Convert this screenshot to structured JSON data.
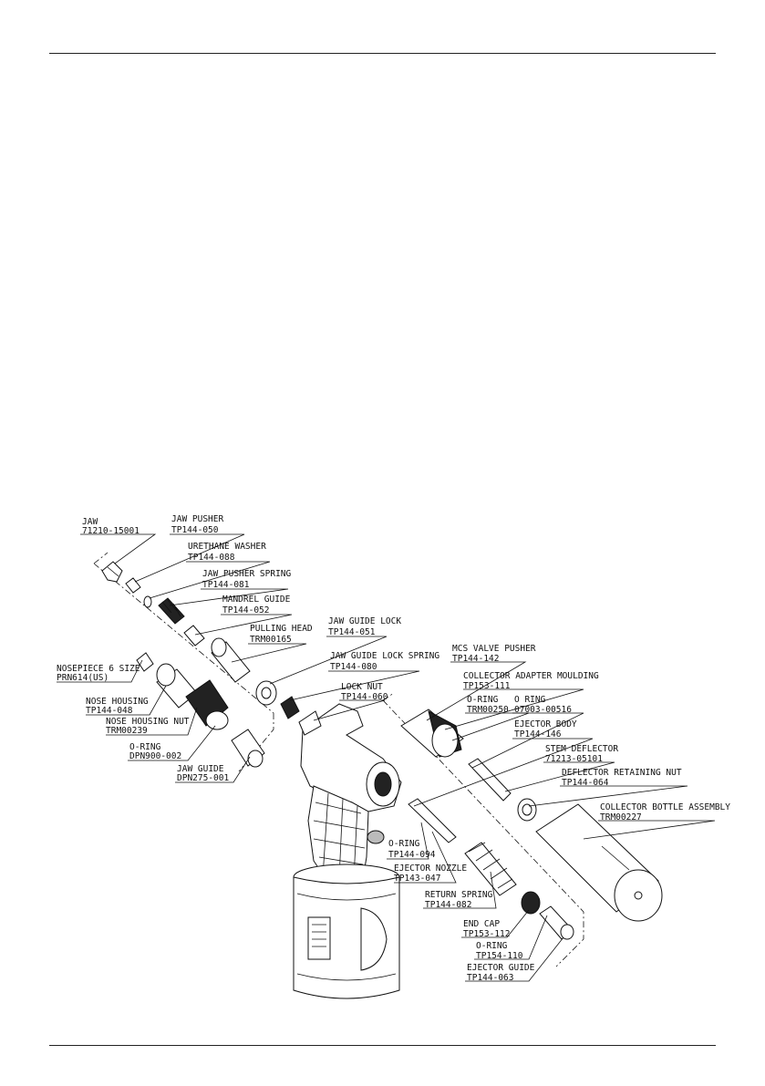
{
  "diagram": {
    "labels": [
      {
        "name": "JAW",
        "code": "71210-15001"
      },
      {
        "name": "JAW PUSHER",
        "code": "TP144-050"
      },
      {
        "name": "URETHANE WASHER",
        "code": "TP144-088"
      },
      {
        "name": "JAW PUSHER SPRING",
        "code": "TP144-081"
      },
      {
        "name": "MANDREL GUIDE",
        "code": "TP144-052"
      },
      {
        "name": "PULLING HEAD",
        "code": "TRM00165"
      },
      {
        "name": "JAW GUIDE LOCK",
        "code": "TP144-051"
      },
      {
        "name": "JAW GUIDE LOCK SPRING",
        "code": "TP144-080"
      },
      {
        "name": "NOSEPIECE 6 SIZE",
        "code": "PRN614(US)"
      },
      {
        "name": "NOSE HOUSING",
        "code": "TP144-048"
      },
      {
        "name": "NOSE HOUSING NUT",
        "code": "TRM00239"
      },
      {
        "name": "O-RING",
        "code": "DPN900-002"
      },
      {
        "name": "JAW GUIDE",
        "code": "DPN275-001"
      },
      {
        "name": "LOCK NUT",
        "code": "TP144-060"
      },
      {
        "name": "MCS VALVE PUSHER",
        "code": "TP144-142"
      },
      {
        "name": "COLLECTOR ADAPTER MOULDING",
        "code": "TP153-111"
      },
      {
        "name": "O-RING",
        "code": "TRM00250"
      },
      {
        "name": "O RING",
        "code": "07003-00516"
      },
      {
        "name": "EJECTOR BODY",
        "code": "TP144-146"
      },
      {
        "name": "STEM DEFLECTOR",
        "code": "71213-05101"
      },
      {
        "name": "DEFLECTOR RETAINING NUT",
        "code": "TP144-064"
      },
      {
        "name": "COLLECTOR BOTTLE ASSEMBLY",
        "code": "TRM00227"
      },
      {
        "name": "O-RING",
        "code": "TP144-094"
      },
      {
        "name": "EJECTOR NOZZLE",
        "code": "TP143-047"
      },
      {
        "name": "RETURN SPRING",
        "code": "TP144-082"
      },
      {
        "name": "END CAP",
        "code": "TP153-112"
      },
      {
        "name": "O-RING",
        "code": "TP154-110"
      },
      {
        "name": "EJECTOR GUIDE",
        "code": "TP144-063"
      }
    ]
  }
}
